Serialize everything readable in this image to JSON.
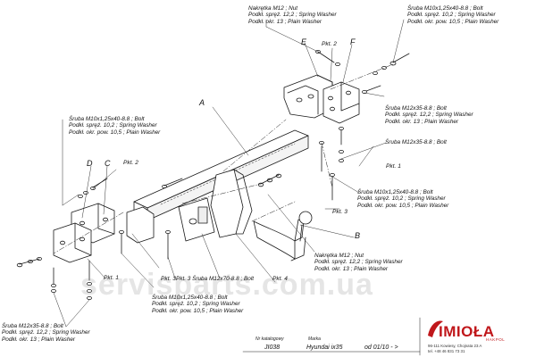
{
  "watermark": "servisparts.com.ua",
  "parts": {
    "A": "A",
    "B": "B",
    "C": "C",
    "D": "D",
    "E": "E",
    "F": "F"
  },
  "points": {
    "pkt1_right": "Pkt. 1",
    "pkt2_top": "Pkt. 2",
    "pkt3_right": "Pkt. 3",
    "pkt2_left": "Pkt. 2",
    "pkt1_left": "Pkt. 1",
    "pkt3_mid": "Pkt. 3",
    "pkt4": "Pkt. 4"
  },
  "callouts": {
    "top_nut": [
      "Nakrętka M12 ; Nut",
      "Podkł. spręż. 12,2 ; Spring Washer",
      "Podkł. okr. 13 ; Plain Washer"
    ],
    "top_right_bolt": [
      "Śruba M10x1,25x40-8.8 ; Bolt",
      "Podkł. spręż. 10,2 ; Spring Washer",
      "Podkł. okr. pow. 10,5 ; Plain Washer"
    ],
    "right_bolt_m12": [
      "Śruba M12x35-8.8 ; Bolt",
      "Podkł. spręż. 12,2 ; Spring Washer",
      "Podkł. okr. 13 ; Plain Washer"
    ],
    "right_bolt_single": [
      "Śruba M12x35-8.8 ; Bolt"
    ],
    "left_bolt_m10": [
      "Śruba M10x1,25x40-8.8 ; Bolt",
      "Podkł. spręż. 10,2 ; Spring Washer",
      "Podkł. okr. pow. 10,5 ; Plain Washer"
    ],
    "right_mid_bolt_m10": [
      "Śruba M10x1,25x40-8.8 ; Bolt",
      "Podkł. spręż. 10,2 ; Spring Washer",
      "Podkł. okr. pow. 10,5 ; Plain Washer"
    ],
    "center_bolt_m12x70": [
      "Pkt. 3  Śruba M12x70-8.8 ; Bolt"
    ],
    "center_nut": [
      "Nakrętka M12 ; Nut",
      "Podkł. spręż. 12,2 ; Spring Washer",
      "Podkł. okr. 13 ; Plain Washer"
    ],
    "bottom_left_bolt_m12": [
      "Śruba M12x35-8.8 ; Bolt",
      "Podkł. spręż. 12,2 ; Spring Washer",
      "Podkł. okr. 13 ; Plain Washer"
    ],
    "bottom_center_bolt_m10": [
      "Śruba M10x1,25x40-8.8 ; Bolt",
      "Podkł. spręż. 10,2 ; Spring Washer",
      "Podkł. okr. pow. 10,5 ; Plain Washer"
    ]
  },
  "footer": {
    "catalog_label": "Nr katalogowy",
    "catalog_value": "JI038",
    "make_label": "Marka",
    "make_value": "Hyundai ix35",
    "from_value": "od 01/10 - >"
  },
  "brand": {
    "name": "IMIOŁA",
    "sub": "HAKPOL",
    "address_line1": "96-111 Kowiesy, Chojnata 23 A",
    "address_line2": "tel. +48 46 831 73 31"
  }
}
